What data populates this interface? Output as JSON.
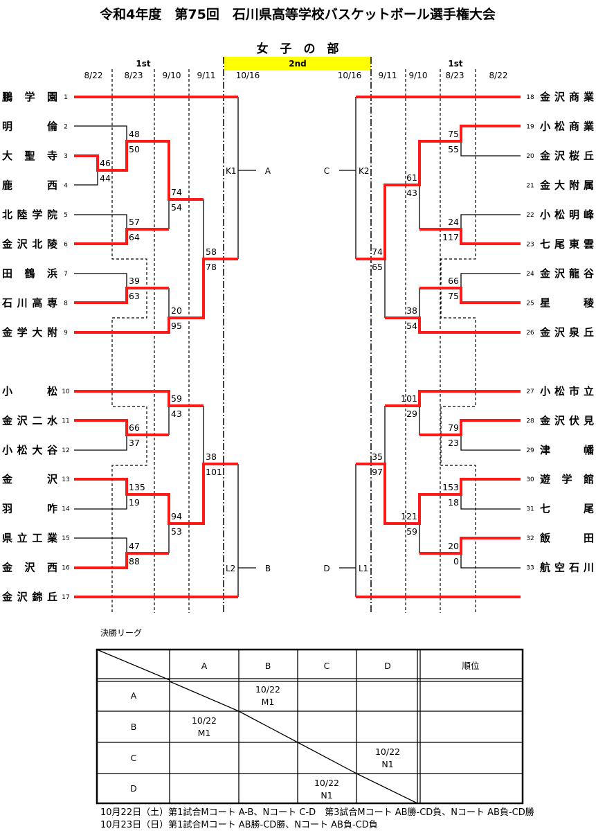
{
  "title": "令和4年度　第75回　石川県高等学校バスケットボール選手権大会",
  "division": "女　子　の　部",
  "round_labels": {
    "first": "1st",
    "second": "2nd"
  },
  "colors": {
    "winner_line": "#ff1a1a",
    "second_round_highlight": "#ffff00"
  },
  "dates_left": [
    "8/22",
    "8/23",
    "9/10",
    "9/11",
    "10/16"
  ],
  "dates_right": [
    "10/16",
    "9/11",
    "9/10",
    "8/23",
    "8/22"
  ],
  "left_teams": [
    {
      "no": "1",
      "name": "鵬学園"
    },
    {
      "no": "2",
      "name": "明倫"
    },
    {
      "no": "3",
      "name": "大聖寺"
    },
    {
      "no": "4",
      "name": "鹿西"
    },
    {
      "no": "5",
      "name": "北陸学院"
    },
    {
      "no": "6",
      "name": "金沢北陵"
    },
    {
      "no": "7",
      "name": "田鶴浜"
    },
    {
      "no": "8",
      "name": "石川高専"
    },
    {
      "no": "9",
      "name": "金学大附"
    },
    {
      "no": "10",
      "name": "小松"
    },
    {
      "no": "11",
      "name": "金沢二水"
    },
    {
      "no": "12",
      "name": "小松大谷"
    },
    {
      "no": "13",
      "name": "金沢"
    },
    {
      "no": "14",
      "name": "羽咋"
    },
    {
      "no": "15",
      "name": "県立工業"
    },
    {
      "no": "16",
      "name": "金沢西"
    },
    {
      "no": "17",
      "name": "金沢錦丘"
    }
  ],
  "right_teams": [
    {
      "no": "18",
      "name": "金沢商業"
    },
    {
      "no": "19",
      "name": "小松商業"
    },
    {
      "no": "20",
      "name": "金沢桜丘"
    },
    {
      "no": "21",
      "name": "金大附属"
    },
    {
      "no": "22",
      "name": "小松明峰"
    },
    {
      "no": "23",
      "name": "七尾東雲"
    },
    {
      "no": "24",
      "name": "金沢龍谷"
    },
    {
      "no": "25",
      "name": "星稜"
    },
    {
      "no": "26",
      "name": "金沢泉丘"
    },
    {
      "no": "27",
      "name": "小松市立"
    },
    {
      "no": "28",
      "name": "金沢伏見"
    },
    {
      "no": "29",
      "name": "津幡"
    },
    {
      "no": "30",
      "name": "遊学館"
    },
    {
      "no": "31",
      "name": "七尾"
    },
    {
      "no": "32",
      "name": "飯田"
    },
    {
      "no": "33",
      "name": "航空石川"
    }
  ],
  "left_matches": [
    {
      "top": "46",
      "bottom": "44"
    },
    {
      "top": "48",
      "bottom": "50"
    },
    {
      "top": "57",
      "bottom": "64"
    },
    {
      "top": "74",
      "bottom": "54"
    },
    {
      "top": "39",
      "bottom": "63"
    },
    {
      "top": "20",
      "bottom": "95"
    },
    {
      "top": "58",
      "bottom": "78"
    },
    {
      "top": "66",
      "bottom": "37"
    },
    {
      "top": "59",
      "bottom": "43"
    },
    {
      "top": "135",
      "bottom": "19"
    },
    {
      "top": "47",
      "bottom": "88"
    },
    {
      "top": "94",
      "bottom": "53"
    },
    {
      "top": "38",
      "bottom": "101"
    }
  ],
  "right_matches": [
    {
      "top": "75",
      "bottom": "55"
    },
    {
      "top": "24",
      "bottom": "117"
    },
    {
      "top": "61",
      "bottom": "43"
    },
    {
      "top": "66",
      "bottom": "75"
    },
    {
      "top": "38",
      "bottom": "54"
    },
    {
      "top": "74",
      "bottom": "65"
    },
    {
      "top": "79",
      "bottom": "23"
    },
    {
      "top": "101",
      "bottom": "29"
    },
    {
      "top": "153",
      "bottom": "18"
    },
    {
      "top": "20",
      "bottom": "0"
    },
    {
      "top": "121",
      "bottom": "59"
    },
    {
      "top": "35",
      "bottom": "97"
    }
  ],
  "second_round": {
    "K1": "K1",
    "A": "A",
    "L2": "L2",
    "B": "B",
    "K2": "K2",
    "C": "C",
    "L1": "L1",
    "D": "D"
  },
  "league": {
    "title": "決勝リーグ",
    "columns": [
      "A",
      "B",
      "C",
      "D",
      "順位"
    ],
    "rows": [
      "A",
      "B",
      "C",
      "D"
    ],
    "cells": {
      "A_B": {
        "date": "10/22",
        "court": "M1"
      },
      "B_A": {
        "date": "10/22",
        "court": "M1"
      },
      "C_D": {
        "date": "10/22",
        "court": "N1"
      },
      "D_C": {
        "date": "10/22",
        "court": "N1"
      }
    }
  },
  "notes": [
    "10月22日（土）第1試合Mコート A-B、Nコート C-D　第3試合Mコート AB勝-CD負、Nコート AB負-CD勝",
    "10月23日（日）第1試合Mコート AB勝-CD勝、Nコート AB負-CD負"
  ]
}
